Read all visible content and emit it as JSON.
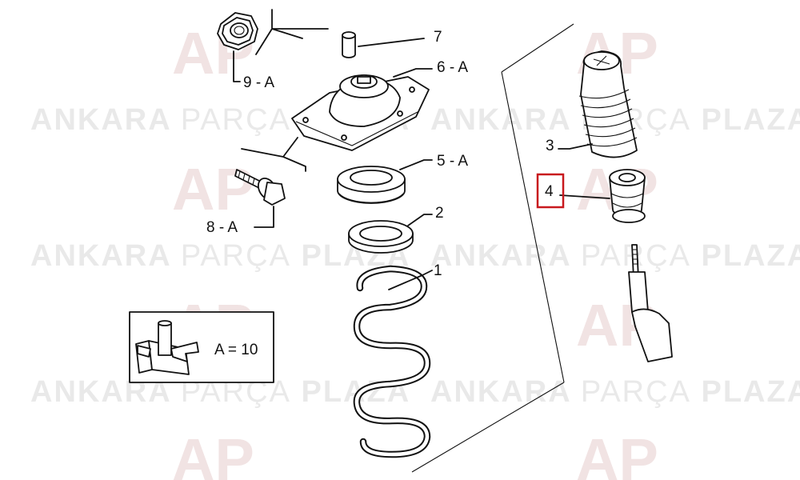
{
  "watermark": {
    "brand_bold_1": "ANKARA",
    "brand_light": "PARÇA",
    "brand_bold_2": "PLAZA",
    "logo": "AP"
  },
  "callouts": {
    "c1": "1",
    "c2": "2",
    "c3": "3",
    "c4": "4",
    "c5": "5 - A",
    "c6": "6 - A",
    "c7": "7",
    "c8": "8 - A",
    "c9": "9 - A"
  },
  "legend": {
    "formula": "A = 10"
  },
  "colors": {
    "highlight": "#c8191e",
    "watermark_text": "#e9e9e9",
    "watermark_logo": "#f1e3e3"
  }
}
